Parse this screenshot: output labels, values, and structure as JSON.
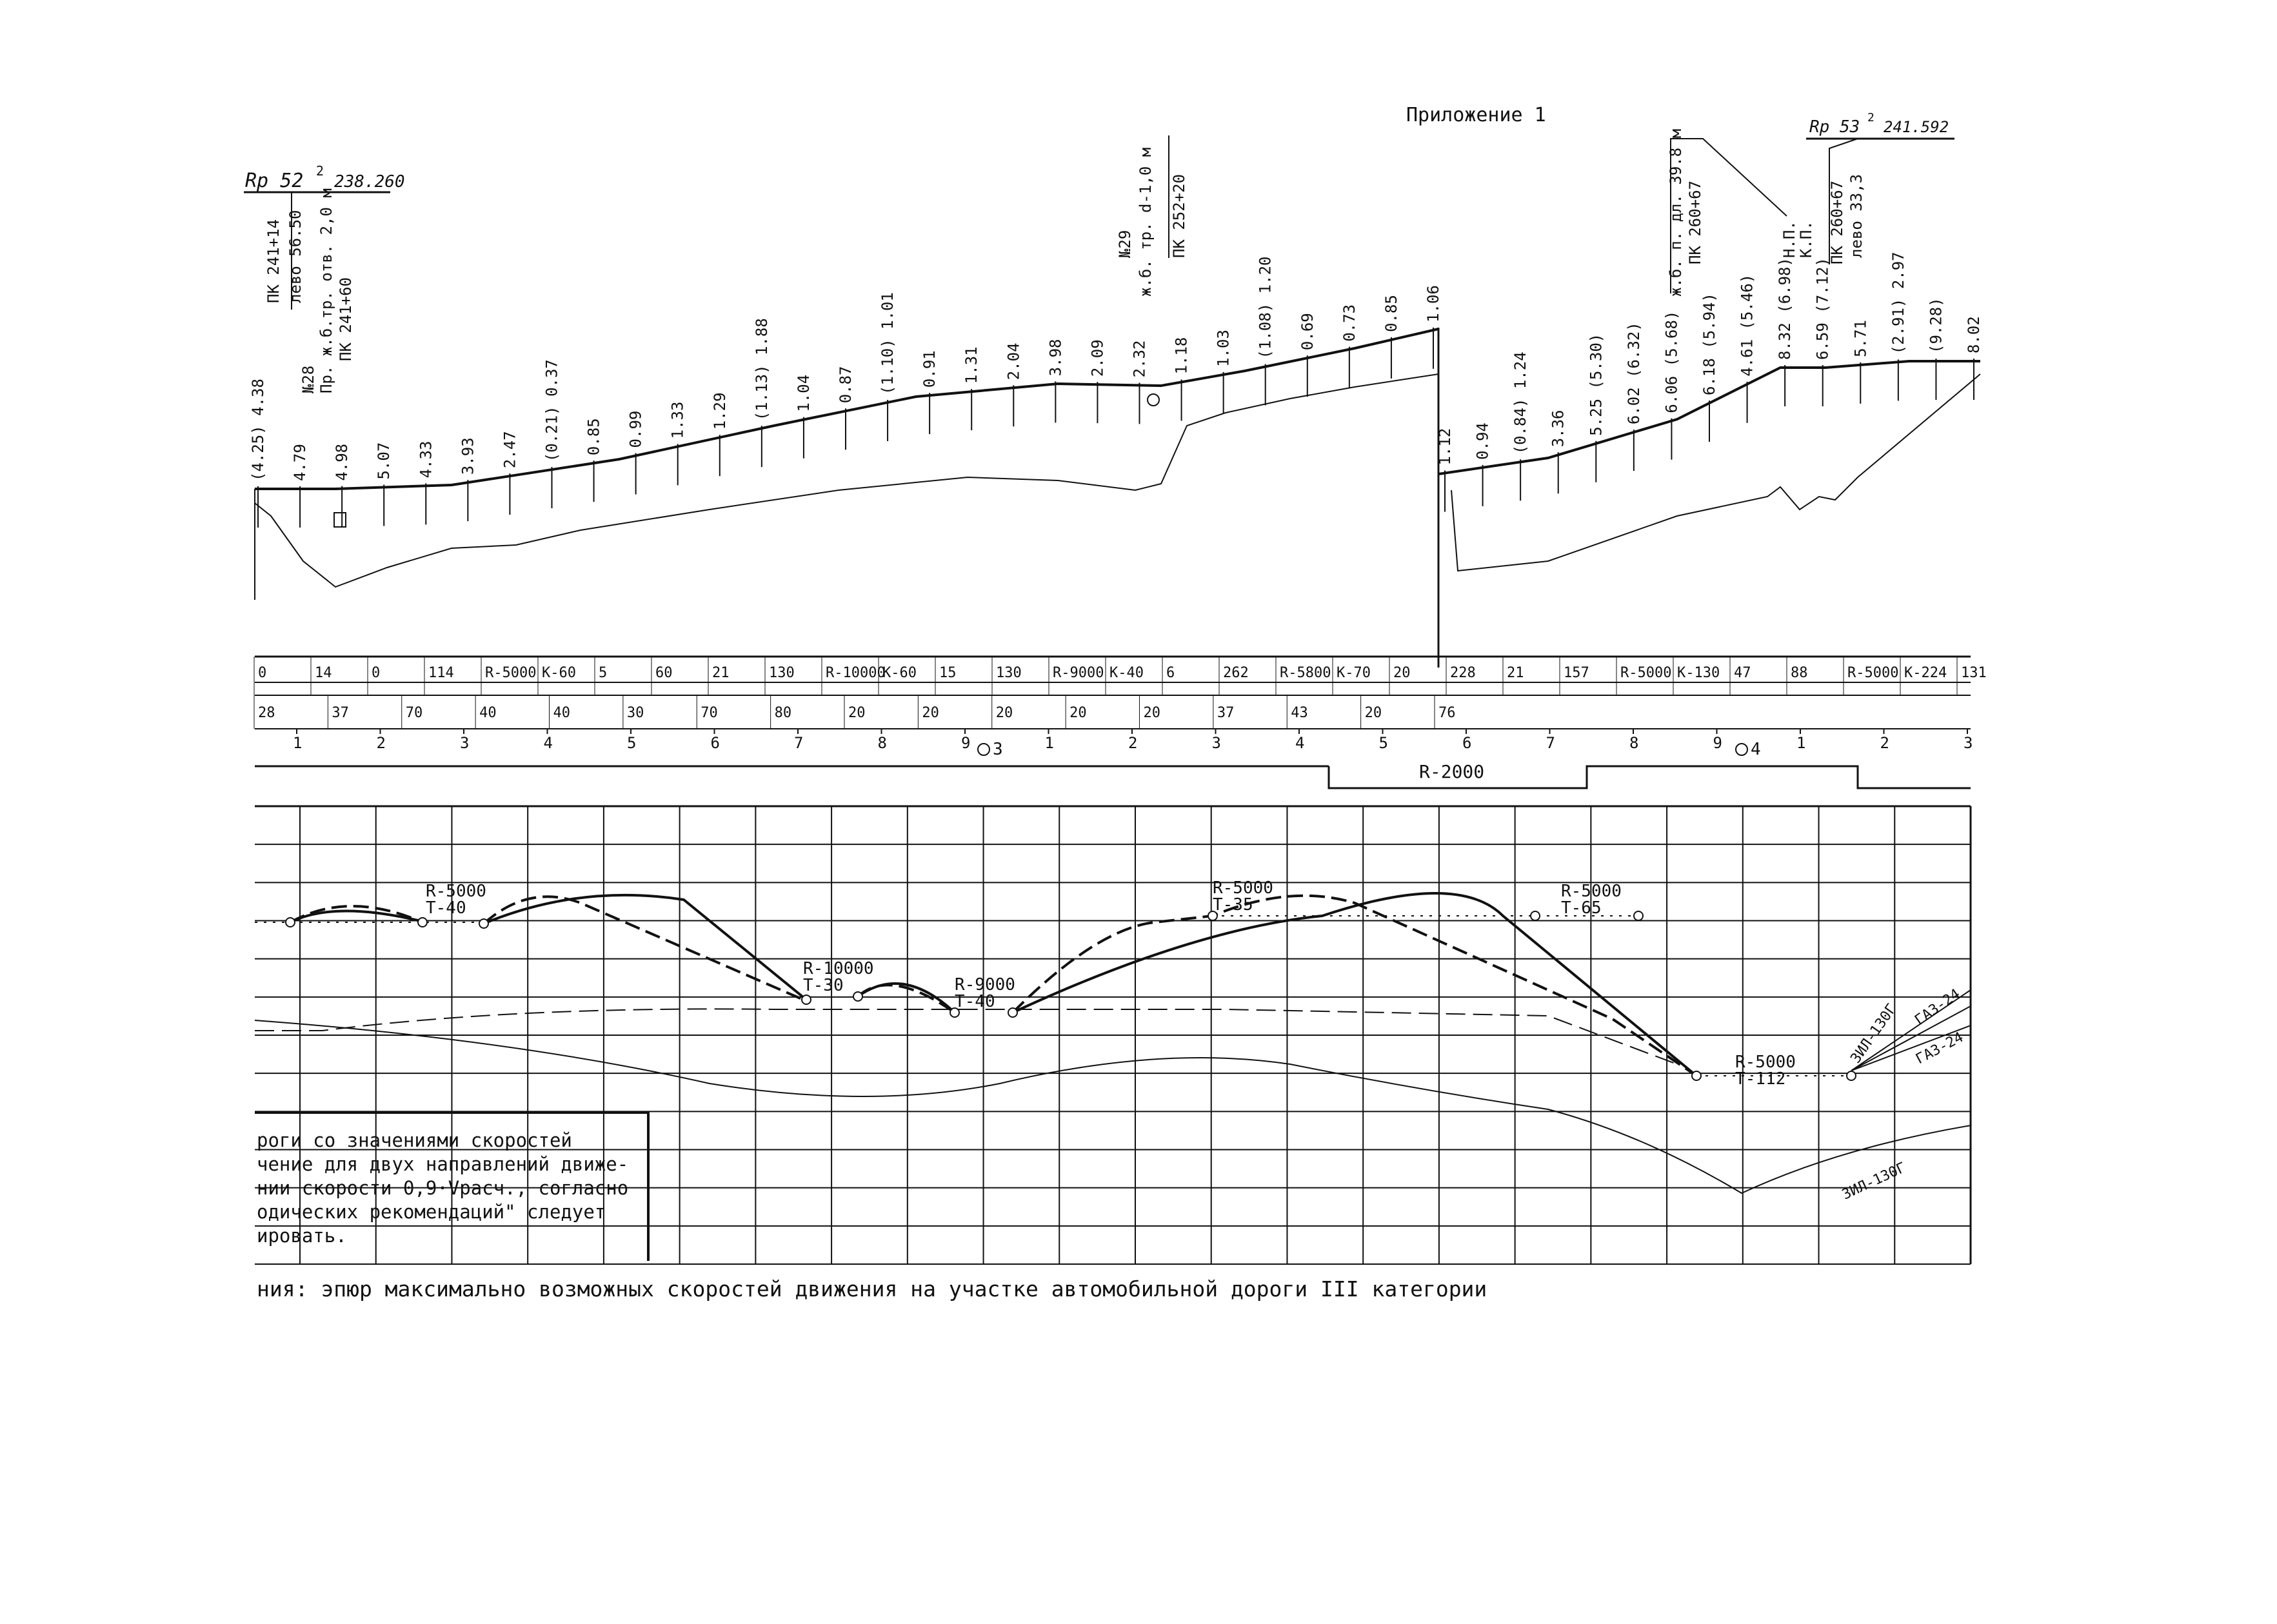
{
  "header": {
    "appendix": "Приложение 1",
    "rp_left": "Rр 52",
    "rp_left_sup": "2",
    "rp_left_value": "238.260",
    "rp_right": "Rр 53",
    "rp_right_sup": "2",
    "rp_right_value": "241.592"
  },
  "annotations": {
    "left": [
      "ПК 241+14",
      "лево 56.50",
      "№28",
      "Пр. ж.б.тр. отв. 2,0 м",
      "ПК 241+60"
    ],
    "middle": [
      "№29",
      "ж.б. тр. d-1,0 м",
      "ПК 252+20"
    ],
    "right": [
      "ж.б. п. дл. 39.8 м",
      "ПК 260+67",
      "Н.П.",
      "К.П.",
      "ПК 260+67",
      "лево 33,3"
    ]
  },
  "profile": {
    "heights_seg1": [
      {
        "label": "4.38",
        "paren": "(4.25)"
      },
      {
        "label": "4.79"
      },
      {
        "label": "4.98"
      },
      {
        "label": "5.07"
      },
      {
        "label": "4.33"
      },
      {
        "label": "3.93"
      },
      {
        "label": "2.47"
      },
      {
        "label": "0.37",
        "paren": "(0.21)"
      },
      {
        "label": "0.85"
      },
      {
        "label": "0.99"
      },
      {
        "label": "1.33"
      },
      {
        "label": "1.29"
      },
      {
        "label": "1.88",
        "paren": "(1.13)"
      },
      {
        "label": "1.04"
      },
      {
        "label": "0.87"
      },
      {
        "label": "1.01",
        "paren": "(1.10)"
      },
      {
        "label": "0.91"
      },
      {
        "label": "1.31"
      },
      {
        "label": "2.04"
      },
      {
        "label": "3.98"
      },
      {
        "label": "2.09"
      },
      {
        "label": "2.32"
      },
      {
        "label": "1.18"
      },
      {
        "label": "1.03"
      },
      {
        "label": "1.20",
        "paren": "(1.08)"
      },
      {
        "label": "0.69"
      },
      {
        "label": "0.73"
      },
      {
        "label": "0.85"
      },
      {
        "label": "1.06"
      }
    ],
    "heights_seg2": [
      {
        "label": "1.12"
      },
      {
        "label": "0.94"
      },
      {
        "label": "1.24",
        "paren": "(0.84)"
      },
      {
        "label": "3.36"
      },
      {
        "label": "5.25 (5.30)"
      },
      {
        "label": "6.02 (6.32)"
      },
      {
        "label": "6.06 (5.68)"
      },
      {
        "label": "6.18 (5.94)"
      },
      {
        "label": "4.61 (5.46)"
      },
      {
        "label": "8.32 (6.98)"
      },
      {
        "label": "6.59 (7.12)"
      },
      {
        "label": "5.71"
      },
      {
        "label": "2.97",
        "paren": "(2.91)"
      },
      {
        "label": "(9.28)"
      },
      {
        "label": "8.02"
      }
    ]
  },
  "band": {
    "gradient_row": [
      {
        "text": "0"
      },
      {
        "text": "14"
      },
      {
        "text": "0"
      },
      {
        "text": "114"
      },
      {
        "text": "R-5000"
      },
      {
        "text": "К-60"
      },
      {
        "text": "5"
      },
      {
        "text": "60"
      },
      {
        "text": "21"
      },
      {
        "text": "130"
      },
      {
        "text": "R-10000"
      },
      {
        "text": "К-60"
      },
      {
        "text": "15"
      },
      {
        "text": "130"
      },
      {
        "text": "R-9000"
      },
      {
        "text": "К-40"
      },
      {
        "text": "6"
      },
      {
        "text": "262"
      },
      {
        "text": "R-5800"
      },
      {
        "text": "К-70"
      },
      {
        "text": "20"
      },
      {
        "text": "228"
      },
      {
        "text": "21"
      },
      {
        "text": "157"
      },
      {
        "text": "R-5000"
      },
      {
        "text": "К-130"
      },
      {
        "text": "47"
      },
      {
        "text": "88"
      },
      {
        "text": "R-5000"
      },
      {
        "text": "К-224"
      },
      {
        "text": "131"
      }
    ],
    "distance_row": [
      "28",
      "37",
      "70",
      "40",
      "40",
      "30",
      "70",
      "80",
      "20",
      "20",
      "20",
      "20",
      "20",
      "37",
      "43",
      "20",
      "76"
    ],
    "km_left": [
      "1",
      "2",
      "3",
      "4",
      "5",
      "6",
      "7",
      "8",
      "9"
    ],
    "km_mid": [
      "1",
      "2",
      "3",
      "4",
      "5",
      "6",
      "7",
      "8",
      "9"
    ],
    "km_right": [
      "1",
      "2",
      "3"
    ],
    "km_posts": [
      "3",
      "4"
    ],
    "curve_label": "R-2000"
  },
  "speed": {
    "curves": [
      {
        "text": "R-5000"
      },
      {
        "text": "T-40"
      },
      {
        "text": "R-10000"
      },
      {
        "text": "T-30"
      },
      {
        "text": "R-9000"
      },
      {
        "text": "T-40"
      },
      {
        "text": "R-5000"
      },
      {
        "text": "T-35"
      },
      {
        "text": "R-5000"
      },
      {
        "text": "T-65"
      },
      {
        "text": "R-5000"
      },
      {
        "text": "T-112"
      }
    ],
    "vehicles": [
      "ЗИЛ-130Г",
      "ГАЗ-24",
      "ГАЗ-24",
      "ЗИЛ-130Г"
    ]
  },
  "legend": {
    "lines": [
      "роги со значениями скоростей",
      "чение для двух направлений движе-",
      "нии скорости  0,9·Vрасч., согласно",
      "одических рекомендаций\" следует",
      "ировать."
    ]
  },
  "caption": "ния: эпюр  максимально возможных скоростей движения на участке автомобильной дороги III категории"
}
